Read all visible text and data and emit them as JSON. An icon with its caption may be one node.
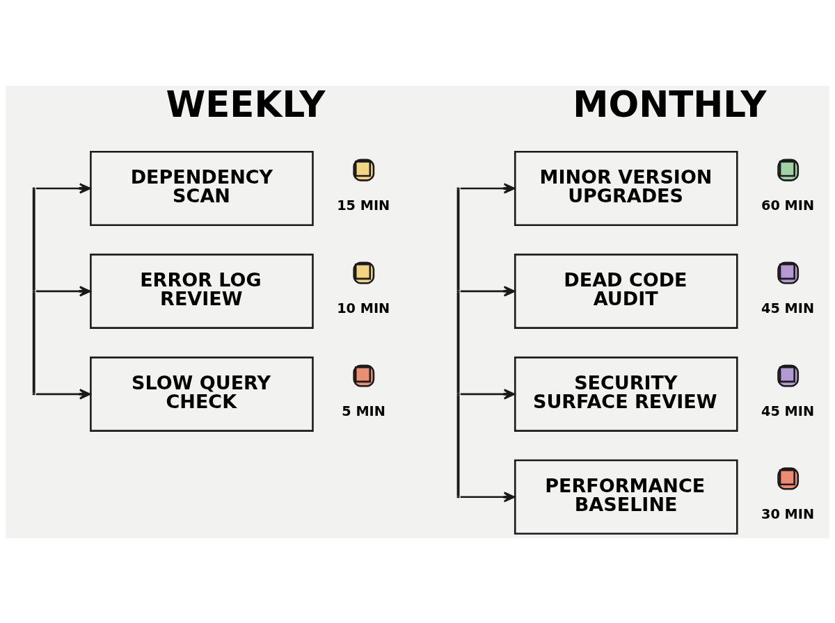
{
  "diagram": {
    "nodes": [
      {
        "text": [],
        "shape": "bar"
      },
      {
        "text": [
          "DEPENDENCY SCAN"
        ],
        "beside": [
          "15 MIN"
        ]
      },
      {
        "text": [
          "ERROR LOG REVIEW"
        ],
        "beside": [
          "10 MIN"
        ]
      },
      {
        "text": [
          "SLOW QUERY CHECK"
        ],
        "beside": [
          "5 MIN"
        ]
      },
      {
        "text": [],
        "shape": "bar"
      },
      {
        "text": [
          "MINOR VERSION UPGRADES"
        ],
        "beside": [
          "60 MIN"
        ]
      },
      {
        "text": [
          "DEAD CODE AUDIT"
        ],
        "beside": [
          "45 MIN"
        ]
      },
      {
        "text": [
          "SECURITY SURFACE REVIEW"
        ],
        "beside": [
          "45 MIN"
        ]
      },
      {
        "text": [
          "PERFORMANCE BASELINE"
        ],
        "beside": [
          "30 MIN"
        ]
      }
    ],
    "edges": [
      {
        "from": 0,
        "to": 1,
        "arrow": "to"
      },
      {
        "from": 0,
        "to": 2,
        "arrow": "to"
      },
      {
        "from": 0,
        "to": 3,
        "arrow": "to"
      },
      {
        "from": 4,
        "to": 5,
        "arrow": "to"
      },
      {
        "from": 4,
        "to": 6,
        "arrow": "to"
      },
      {
        "from": 4,
        "to": 7,
        "arrow": "to"
      },
      {
        "from": 4,
        "to": 8,
        "arrow": "to"
      }
    ],
    "labels": [
      "WEEKLY",
      "MONTHLY"
    ]
  }
}
